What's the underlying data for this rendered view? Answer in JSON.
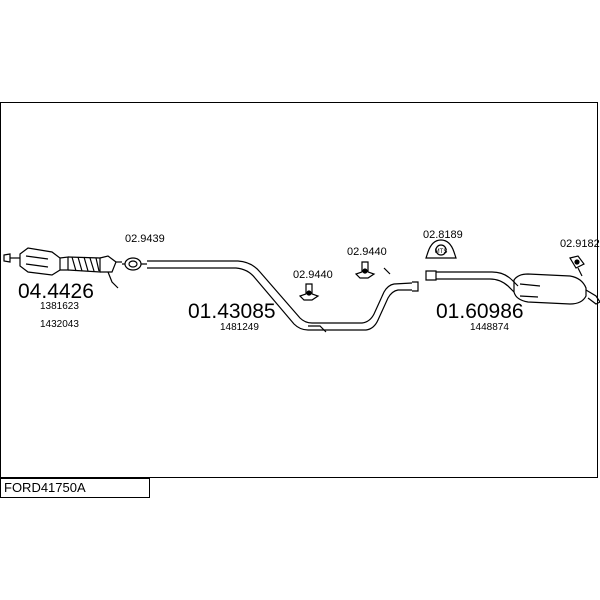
{
  "diagram": {
    "parts": [
      {
        "id": "catalyst",
        "number": "04.4426",
        "refs": [
          "1381623",
          "1432043"
        ]
      },
      {
        "id": "middle-pipe",
        "number": "01.43085",
        "refs": [
          "1481249"
        ]
      },
      {
        "id": "rear-silencer",
        "number": "01.60986",
        "refs": [
          "1448874"
        ]
      }
    ],
    "accessories": [
      {
        "id": "gasket",
        "number": "02.9439"
      },
      {
        "id": "rubber-mount-a",
        "number": "02.9440"
      },
      {
        "id": "rubber-mount-b",
        "number": "02.9440"
      },
      {
        "id": "hanger",
        "number": "02.8189"
      },
      {
        "id": "rear-mount",
        "number": "02.9182"
      }
    ]
  },
  "footer": {
    "vehicle_code": "FORD41750A"
  },
  "colors": {
    "line": "#000000",
    "background": "#ffffff"
  }
}
